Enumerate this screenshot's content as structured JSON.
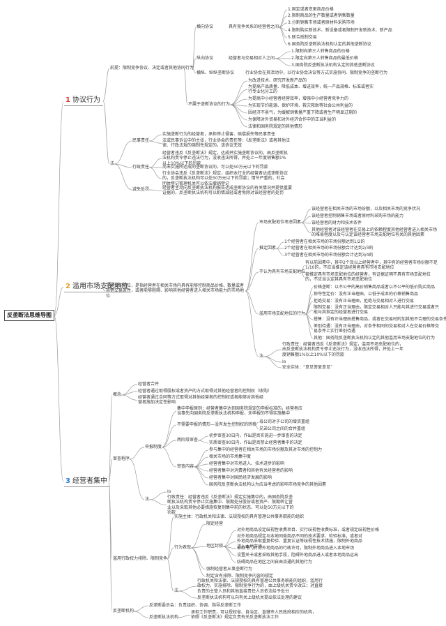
{
  "root": {
    "label": "反垄断法思维导图"
  },
  "categories": [
    {
      "num": "1",
      "label": "协议行为",
      "color": "#d63b2b"
    },
    {
      "num": "2",
      "label": "滥用市场支配地位",
      "color": "#e0a020"
    },
    {
      "num": "3",
      "label": "经营者集中",
      "color": "#2f7fd6"
    }
  ],
  "texts": {
    "a_def": "前提：限制竞争协议、决定或者其他协同行为",
    "a_hz": "横向协议",
    "a_hz_desc": "具有竞争关系的经营者之间",
    "a_hz_1": "1.固定或者变更商品价格",
    "a_hz_2": "2.限制商品的生产数量或者销售数量",
    "a_hz_3": "3.分割销售市场或者原材料采购市场",
    "a_hz_4": "4.限制购买新技术、新设备或者限制开发新技术、新产品",
    "a_hz_5": "5.联合抵制交易",
    "a_hz_6": "6.国务院反垄断执法机构认定的其他垄断协议",
    "a_zx": "纵向协议",
    "a_zx_desc": "经营者与交易相对人之间",
    "a_zx_1": "1.限制向第三人转售商品的价格",
    "a_zx_2": "2.限定向第三人转售商品的最低价格",
    "a_zx_3": "3.国务院反垄断执法机构认定的其他垄断协议",
    "a_hy": "横纵、纵纵垄断协议",
    "a_hy_desc": "行业协会在其活动中，以行业协会决议等方式实施协同、限制竞争的垄断行为",
    "a_bsy": "不属于垄断协议的行为",
    "a_bsy_1": "为改进技术、研究开发新产品的",
    "a_bsy_2": "为提高产品质量、降低成本、增进效率，统一产品规格、标准或者实行专业化分工的",
    "a_bsy_3": "为提高中小经营者经营效率，增强中小经营者竞争力的",
    "a_bsy_4": "为实现节约能源、保护环境、救灾救助等社会公共利益的",
    "a_bsy_5": "因经济不景气，为缓解销售量严重下降或者生产明显过剩的",
    "a_bsy_6": "为保障对外贸易和对外经济合作中的正当利益的",
    "a_bsy_7": "法律和国务院规定的其他情形",
    "a_zr": "法",
    "a_zr_msz": "民事责任",
    "a_zr_msz_1": "实施垄断行为的经营者，承担停止侵害、赔偿损失等民事责任",
    "a_zr_msz_2": "法或民事诉讼中的主张，行业协会的责任等：《反垄断法》或者其他法律、行政法规的强制性规定的，该协议无效",
    "a_zr_xz": "行政责任",
    "a_zr_xz_1": "经营者违反《反垄断法》规定，达成并实施垄断协议的，由反垄断执法机构责令停止违法行为，没收违法所得，并处上一年度销售额1%以上10%以下的罚款",
    "a_zr_xz_2": "尚未实施所达成的垄断协议的，可以处50万元以下的罚款",
    "a_zr_xz_3": "行业协会违反《反垄断法》规定，组织本行业的经营者达成垄断协议的，反垄断执法机构可以处50万元以下的罚款；情节严重的，社会团体登记管理机关可以依法撤销登记",
    "a_zr_jm": "减免处罚",
    "a_zr_jm_1": "经营者主动向反垄断执法机构报告达成垄断协议的有关情况并提供重要证据的，反垄断执法机构可以酌情减轻或者免除对该经营者的处罚",
    "b_def": "市场支配地位，是指经营者在相关市场内具有能够控制商品价格、数量或者其他交易条件，或者能够阻碍、影响其他经营者进入相关市场能力的市场地位",
    "b_yz": "市场支配地位考虑因素",
    "b_yz_1": "该经营者在相关市场的市场份额，以及相关市场的竞争状况",
    "b_yz_2": "该经营者控制销售市场或者原材料采购市场的能力",
    "b_yz_3": "该经营者的财力和技术条件",
    "b_yz_4": "其他经营者对该经营者在交易上的依赖程度其他经营者进入相关市场的难易程度以及与认定该经营者市场支配地位有关的其他因素",
    "b_td": "推定因素",
    "b_td_1": "1个经营者在相关市场的市场份额达到1/2的",
    "b_td_2": "2个经营者在相关市场的市场份额合计达到2/3的",
    "b_td_3": "3个经营者在相关市场的市场份额合计达到3/4的",
    "b_bty": "不认为具有市场支配地位",
    "b_bty_1": "有以前因素中，其中2个及以上经营者中，其中有的经营者市场份额不足1/10的，不应当推定该经营者具有市场支配地位",
    "b_bty_2": "被推定具有市场支配地位的经营者，有证据证明不具有市场支配地位的，不应当认定其具有市场支配地位",
    "b_ly": "滥用市场支配地位的行为",
    "b_ly_1": "价格垄断：以不公平的高价销售商品或者以不公平的低价购买商品",
    "b_ly_2": "掠夺性定价：没有正当理由，以低于成本的价格销售商品",
    "b_ly_3": "拒绝交易：没有正当理由，拒绝与交易相对人进行交易",
    "b_ly_4": "限制交易：没有正当理由，限定交易相对人只能与其进行交易或者只能与其指定的经营者进行交易",
    "b_ly_5": "搭售：没有正当理由搭售商品，或者在交易时附加其他不合理的交易条件",
    "b_ly_6": "差别待遇：没有正当理由，对条件相同的交易相对人在交易价格等交易条件上实行差别待遇",
    "b_ly_7": "其他：国务院反垄断执法机构认定的其他滥用市场支配地位的行为",
    "b_zr": "法",
    "b_zr_1": "行政责任：经营者违反《反垄断法》规定，滥用市场支配地位的，由反垄断执法机构责令停止违法行为，没收违法所得，并处上一年度销售额1%以上10%以下的罚款",
    "b_zr_2": "Io",
    "b_zr_3": "安全实体：“意见答复意见”",
    "c_gn": "概念",
    "c_gn_1": "经营者合并",
    "c_gn_2": "经营者通过取得股权或者资产的方式取得对其他经营者的控制权（收购）",
    "c_gn_3": "经营者通过合同等方式取得对其他经营者的控制权或者能够对其他经营者施加决定性影响",
    "c_sc": "审查程序",
    "c_sc_sb": "申报制度",
    "c_sc_sb_1": "集中申报原则：经营者集中达到国务院规定的申报标准的，经营者应当事先向国务院反垄断执法机构申报，未申报的不得实施集中",
    "c_sc_bx": "不需要申报的情形—没有发生控制权的转移",
    "c_sc_bx_1": "母公司对子公司的增资重组",
    "c_sc_bx_2": "兄弟公司之间的合并重组",
    "c_sc_scq": "两阶段审查",
    "c_sc_scq_1": "初步审查30日内，作出是否实施进一步审查的决定",
    "c_sc_scq_2": "实质审查90日内，作出是否禁止经营者集中的决定",
    "c_sc_nr": "审查内容",
    "c_sc_nr_1": "参与集中的经营者在相关市场的市场份额及其对市场的控制力",
    "c_sc_nr_2": "相关市场的市场集中度",
    "c_sc_nr_3": "经营者集中对市场进入、技术进步的影响",
    "c_sc_nr_4": "经营者集中对消费者和其他有关经营者的影响",
    "c_sc_nr_5": "经营者集中对国民经济发展的影响",
    "c_sc_nr_6": "国务院反垄断执法机构认为应当考虑的影响市场竞争的其他因素",
    "c_sc_zr": "法",
    "c_sc_zr_1": "Io",
    "c_sc_zr_2": "行政责任：经营者违反《反垄断法》规定实施集中的，由国务院反垄断执法机构责令停止实施集中、限期处分股份或者资产、限期转让营业以及采取其他必要措施恢复到集中前的状态，可以处50万元以下的罚款",
    "c_xz": "滥用行政权力排除、限制竞争",
    "c_xz_zt": "实施主体：行政机关和法律、法规授权的具有管理公共事务职能的组织",
    "c_xz_bx": "行为表现",
    "c_xz_bx_1": "限定经营",
    "c_xz_bx_dq": "地区封锁",
    "c_xz_bx_dq_1": "对外地商品设定歧视性收费项目、实行歧视性收费标准，或者规定歧视性价格",
    "c_xz_bx_dq_2": "对外地商品规定与本地同类商品不同的技术要求、检验标准，或者对外地商品采取重复检验、重复认证等歧视性技术措施，限制外地商品进入本地市场",
    "c_xz_bx_dq_3": "采取专门针对外地商品的行政许可，限制外地商品进入本地市场",
    "c_xz_bx_dq_4": "设置关卡或者采取其他手段，阻碍外地商品进入或者本地商品运出",
    "c_xz_bx_dq_5": "妨碍商品在地区之间自由流通的其他行为",
    "c_xz_bx_2": "强制经营者从事垄断行为",
    "c_xz_bx_3": "制定含有排除、限制竞争内容的规定",
    "c_xz_zr": "法",
    "c_xz_zr_1": "行政机关和法律、法规授权的具有管理公共事务职能的组织，滥用行政权力，实施排除、限制竞争行为的，由上级机关责令改正；对直接负责的主管人员和其他直接责任人员依法给予处分",
    "c_xz_zr_2": "反垄断执法机构可以向有关上级机关提出依法处理的建议",
    "c_fl": "反垄断机构",
    "c_fl_1": "反垄断委员会：负责组织、协调、指导反垄断工作",
    "c_fl_2": "反垄断执法机构",
    "c_fl_2_1": "承担工作职责，可以授权省、自治区、直辖市人民政府相应的机构，依照《反垄断法》规定负责有关反垄断执法工作"
  }
}
